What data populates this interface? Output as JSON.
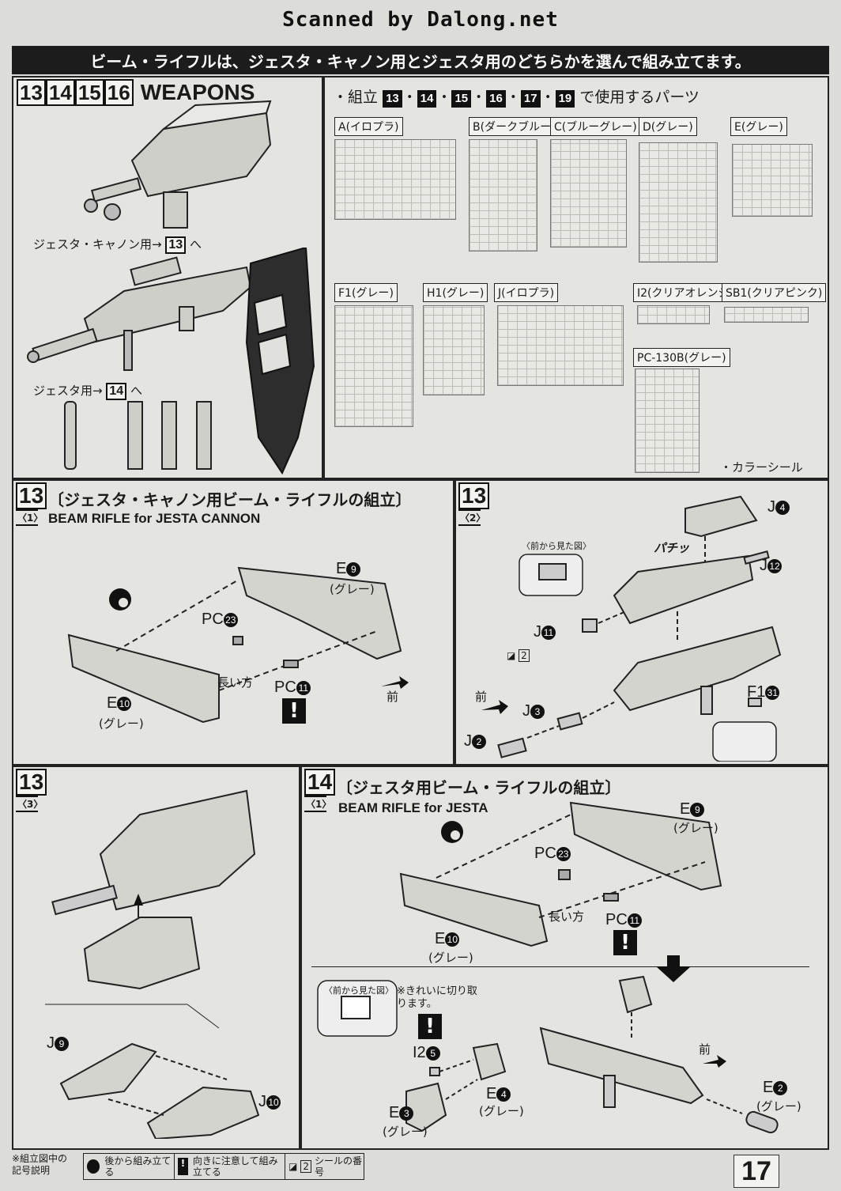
{
  "scan_header": "Scanned by Dalong.net",
  "banner": "ビーム・ライフルは、ジェスタ・キャノン用とジェスタ用のどちらかを選んで組み立てます。",
  "weapons": {
    "step_numbers": [
      "13",
      "14",
      "15",
      "16"
    ],
    "title": "WEAPONS",
    "cannon_label": "ジェスタ・キャノン用→",
    "cannon_step": "13",
    "jesta_label": "ジェスタ用→",
    "jesta_step": "14",
    "arrow_suffix": "へ"
  },
  "parts_used": {
    "title_prefix": "・組立",
    "steps": [
      "13",
      "14",
      "15",
      "16",
      "17",
      "19"
    ],
    "title_suffix": "で使用するパーツ",
    "runners": [
      {
        "id": "A",
        "color": "イロプラ"
      },
      {
        "id": "B",
        "color": "ダークブルー"
      },
      {
        "id": "C",
        "color": "ブルーグレー"
      },
      {
        "id": "D",
        "color": "グレー"
      },
      {
        "id": "E",
        "color": "グレー"
      },
      {
        "id": "F1",
        "color": "グレー"
      },
      {
        "id": "H1",
        "color": "グレー"
      },
      {
        "id": "J",
        "color": "イロプラ"
      },
      {
        "id": "I2",
        "color": "クリアオレンジ"
      },
      {
        "id": "SB1",
        "color": "クリアピンク"
      },
      {
        "id": "PC-130B",
        "color": "グレー"
      }
    ],
    "seal_label": "・カラーシール"
  },
  "step13_1": {
    "num": "13",
    "sub": "1",
    "title_jp": "〔ジェスタ・キャノン用ビーム・ライフルの組立〕",
    "title_en": "BEAM RIFLE for JESTA CANNON",
    "e9": "E",
    "e9n": "9",
    "e9c": "(グレー)",
    "pc23": "PC",
    "pc23n": "23",
    "long_side": "長い方",
    "pc11": "PC",
    "pc11n": "11",
    "e10": "E",
    "e10n": "10",
    "e10c": "(グレー)",
    "front": "前"
  },
  "step13_2": {
    "num": "13",
    "sub": "2",
    "j4": "J",
    "j4n": "4",
    "j12": "J",
    "j12n": "12",
    "snap": "パチッ",
    "front_view": "〈前から見た図〉",
    "j11": "J",
    "j11n": "11",
    "seal_no": "2",
    "f131": "F1",
    "f131n": "31",
    "front": "前",
    "j3": "J",
    "j3n": "3",
    "j2": "J",
    "j2n": "2"
  },
  "step13_3": {
    "num": "13",
    "sub": "3",
    "j9": "J",
    "j9n": "9",
    "j10": "J",
    "j10n": "10"
  },
  "step14_1": {
    "num": "14",
    "sub": "1",
    "title_jp": "〔ジェスタ用ビーム・ライフルの組立〕",
    "title_en": "BEAM RIFLE for JESTA",
    "e9": "E",
    "e9n": "9",
    "e9c": "(グレー)",
    "pc23": "PC",
    "pc23n": "23",
    "long_side": "長い方",
    "pc11": "PC",
    "pc11n": "11",
    "e10": "E",
    "e10n": "10",
    "e10c": "(グレー)",
    "front_view": "〈前から見た図〉",
    "note": "※きれいに切り取ります。",
    "i25": "I2",
    "i25n": "5",
    "e4": "E",
    "e4n": "4",
    "e4c": "(グレー)",
    "e3": "E",
    "e3n": "3",
    "e3c": "(グレー)",
    "front": "前",
    "e2": "E",
    "e2n": "2",
    "e2c": "(グレー)"
  },
  "legend": {
    "title": "※組立図中の記号説明",
    "back": "後から組み立てる",
    "orient": "向きに注意して組み立てる",
    "seal_no": "2",
    "seal": "シールの番号"
  },
  "page_number": "17"
}
